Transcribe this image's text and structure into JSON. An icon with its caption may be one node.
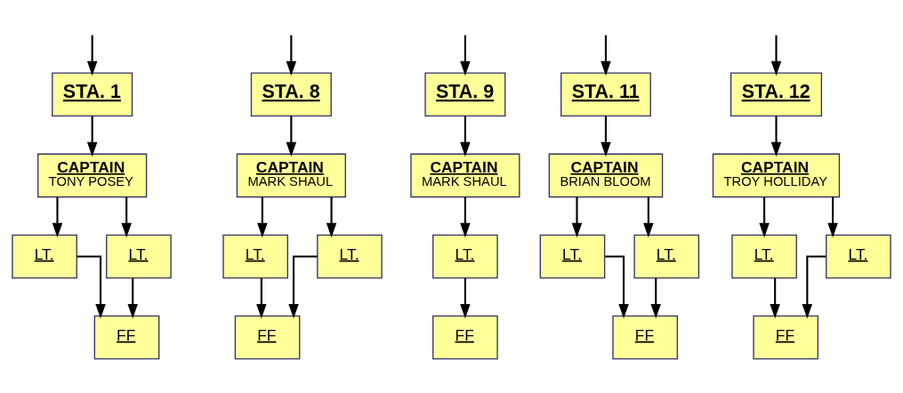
{
  "diagram": {
    "nodes": [
      {
        "text": [
          "STA. 1"
        ]
      },
      {
        "text": [
          "CAPTAIN",
          "TONY POSEY"
        ]
      },
      {
        "text": [
          "LT."
        ]
      },
      {
        "text": [
          "LT."
        ]
      },
      {
        "text": [
          "FF"
        ]
      },
      {
        "text": [
          "STA. 8"
        ]
      },
      {
        "text": [
          "CAPTAIN",
          "MARK SHAUL"
        ]
      },
      {
        "text": [
          "LT."
        ]
      },
      {
        "text": [
          "LT."
        ]
      },
      {
        "text": [
          "FF"
        ]
      },
      {
        "text": [
          "STA. 9"
        ]
      },
      {
        "text": [
          "CAPTAIN",
          "MARK SHAUL"
        ]
      },
      {
        "text": [
          "LT."
        ]
      },
      {
        "text": [
          "FF"
        ]
      },
      {
        "text": [
          "STA. 11"
        ]
      },
      {
        "text": [
          "CAPTAIN",
          "BRIAN BLOOM"
        ]
      },
      {
        "text": [
          "LT."
        ]
      },
      {
        "text": [
          "LT."
        ]
      },
      {
        "text": [
          "FF"
        ]
      },
      {
        "text": [
          "STA. 12"
        ]
      },
      {
        "text": [
          "CAPTAIN",
          "TROY HOLLIDAY"
        ]
      },
      {
        "text": [
          "LT."
        ]
      },
      {
        "text": [
          "LT."
        ]
      },
      {
        "text": [
          "FF"
        ]
      }
    ],
    "edges": [
      {
        "from": null,
        "to": 0,
        "arrow": "to"
      },
      {
        "from": null,
        "to": 5,
        "arrow": "to"
      },
      {
        "from": null,
        "to": 10,
        "arrow": "to"
      },
      {
        "from": null,
        "to": 14,
        "arrow": "to"
      },
      {
        "from": null,
        "to": 19,
        "arrow": "to"
      },
      {
        "from": 0,
        "to": 1,
        "arrow": "to"
      },
      {
        "from": 1,
        "to": 2,
        "arrow": "to"
      },
      {
        "from": 1,
        "to": 3,
        "arrow": "to"
      },
      {
        "from": 2,
        "to": 4,
        "arrow": "to"
      },
      {
        "from": 3,
        "to": 4,
        "arrow": "to"
      },
      {
        "from": 5,
        "to": 6,
        "arrow": "to"
      },
      {
        "from": 6,
        "to": 7,
        "arrow": "to"
      },
      {
        "from": 6,
        "to": 8,
        "arrow": "to"
      },
      {
        "from": 7,
        "to": 9,
        "arrow": "to"
      },
      {
        "from": 8,
        "to": 9,
        "arrow": "to"
      },
      {
        "from": 10,
        "to": 11,
        "arrow": "to"
      },
      {
        "from": 11,
        "to": 12,
        "arrow": "to"
      },
      {
        "from": 12,
        "to": 13,
        "arrow": "to"
      },
      {
        "from": 14,
        "to": 15,
        "arrow": "to"
      },
      {
        "from": 15,
        "to": 16,
        "arrow": "to"
      },
      {
        "from": 15,
        "to": 17,
        "arrow": "to"
      },
      {
        "from": 16,
        "to": 18,
        "arrow": "to"
      },
      {
        "from": 17,
        "to": 18,
        "arrow": "to"
      },
      {
        "from": 19,
        "to": 20,
        "arrow": "to"
      },
      {
        "from": 20,
        "to": 21,
        "arrow": "to"
      },
      {
        "from": 20,
        "to": 22,
        "arrow": "to"
      },
      {
        "from": 21,
        "to": 23,
        "arrow": "to"
      },
      {
        "from": 22,
        "to": 23,
        "arrow": "to"
      }
    ]
  }
}
